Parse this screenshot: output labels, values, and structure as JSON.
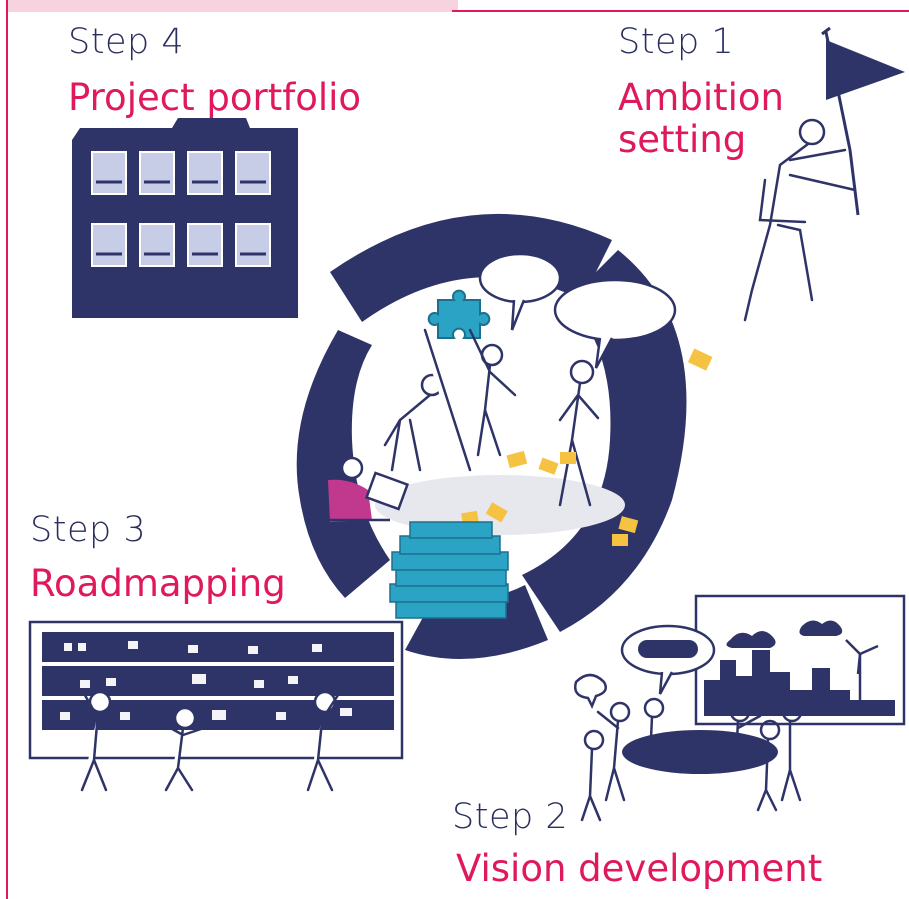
{
  "steps": [
    {
      "label": "Step 1",
      "title_lines": [
        "Ambition",
        "setting"
      ]
    },
    {
      "label": "Step 2",
      "title_lines": [
        "Vision development"
      ]
    },
    {
      "label": "Step 3",
      "title_lines": [
        "Roadmapping"
      ]
    },
    {
      "label": "Step 4",
      "title_lines": [
        "Project portfolio"
      ]
    }
  ],
  "colors": {
    "navy": "#2f3468",
    "magenta": "#e0195a",
    "teal": "#2ba3c5",
    "sticky": "#f6c241"
  },
  "illustrations": [
    "flag-icon",
    "person-holding-flag-icon",
    "project-folder-icon",
    "roadmap-board-icon",
    "people-at-board-icon",
    "city-skyline-icon",
    "wind-turbine-icon",
    "train-bubble-icon",
    "round-table-group-icon",
    "cycle-arrow-icon",
    "puzzle-piece-icon",
    "puzzle-stack-icon",
    "speech-bubble-icon",
    "sticky-note-icon",
    "collaborating-people-icon"
  ]
}
